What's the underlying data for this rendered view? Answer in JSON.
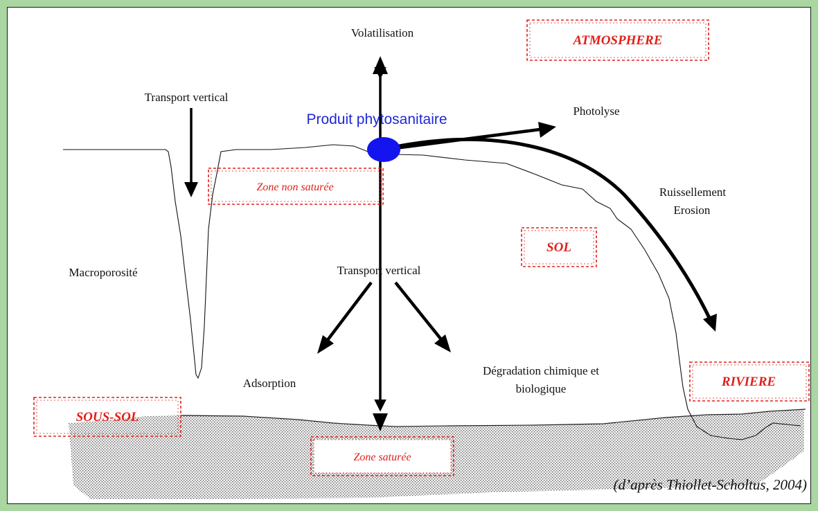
{
  "diagram": {
    "labels": {
      "volatilisation": "Volatilisation",
      "transport_vertical_top": "Transport vertical",
      "produit": "Produit phytosanitaire",
      "photolyse": "Photolyse",
      "ruissellement": "Ruissellement",
      "erosion": "Erosion",
      "macroporosite": "Macroporosité",
      "transport_vertical_mid": "Transport vertical",
      "adsorption": "Adsorption",
      "degradation_1": "Dégradation chimique et",
      "degradation_2": "biologique"
    },
    "zones": {
      "atmosphere": "ATMOSPHERE",
      "zone_non_saturee": "Zone non saturée",
      "sol": "SOL",
      "riviere": "RIVIERE",
      "sous_sol": "SOUS-SOL",
      "zone_saturee": "Zone saturée"
    },
    "credit": "(d’après Thiollet-Scholtus, 2004)"
  },
  "colors": {
    "page_background": "#a9d6a1",
    "zone_red": "#e0201a",
    "product_blue": "#1d28d8",
    "blob_blue": "#1414ee"
  },
  "icons": [
    "arrow-icon"
  ]
}
